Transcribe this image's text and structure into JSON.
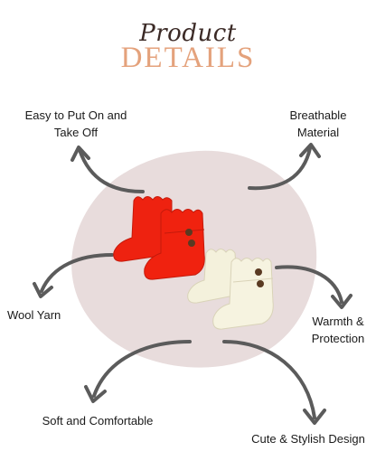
{
  "header": {
    "script_title": "Product",
    "main_title": "DETAILS"
  },
  "features": {
    "easy_on": "Easy to Put On and Take Off",
    "breathable": "Breathable Material",
    "wool": "Wool Yarn",
    "warmth": "Warmth & Protection",
    "soft": "Soft and Comfortable",
    "cute": "Cute & Stylish Design"
  },
  "colors": {
    "blob": "#e8dcdc",
    "arrow": "#5b5b5b",
    "red_booties": "#ee2210",
    "cream_booties": "#f4f1dc",
    "buttons": "#5a3a22",
    "title_accent": "#e4a27c"
  },
  "icons": {
    "arrows": "curved-arrow-icon",
    "product": "crochet-booties-image"
  }
}
